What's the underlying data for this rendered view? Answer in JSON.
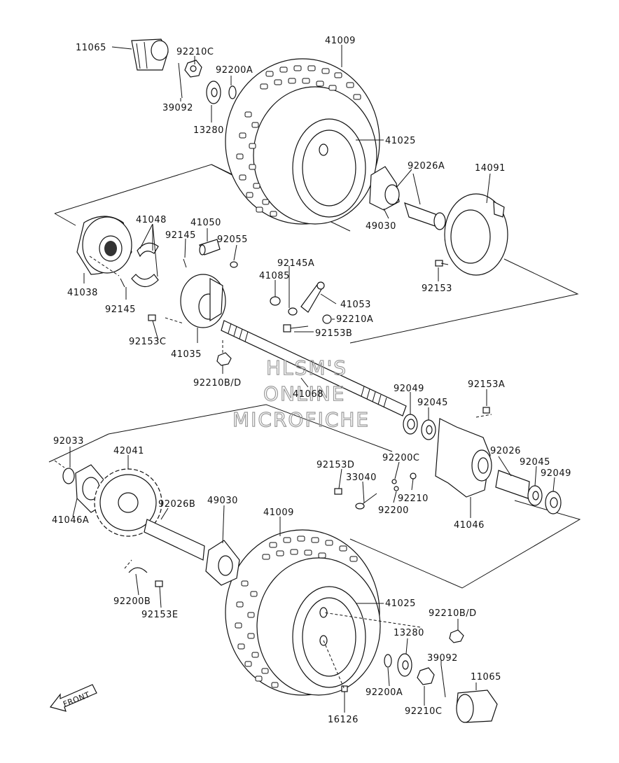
{
  "labels": {
    "p11065_top": "11065",
    "p92210c_top": "92210C",
    "p39092_top": "39092",
    "p92200a_top": "92200A",
    "p13280_top": "13280",
    "p41009_top": "41009",
    "p41025_top": "41025",
    "p92026a": "92026A",
    "p14091": "14091",
    "p49030_top": "49030",
    "p92153": "92153",
    "p41048": "41048",
    "p41050": "41050",
    "p92145_a": "92145",
    "p92055": "92055",
    "p41038": "41038",
    "p92145_b": "92145",
    "p92145a": "92145A",
    "p41085": "41085",
    "p41053": "41053",
    "p92210a": "92210A",
    "p92153b": "92153B",
    "p92153c": "92153C",
    "p41035": "41035",
    "p92210bd_top": "92210B/D",
    "p41068": "41068",
    "p92049_top": "92049",
    "p92045_top": "92045",
    "p92153a": "92153A",
    "p92033": "92033",
    "p42041": "42041",
    "p41046a": "41046A",
    "p92153d": "92153D",
    "p33040": "33040",
    "p92200c": "92200C",
    "p92210": "92210",
    "p92200": "92200",
    "p92026": "92026",
    "p92045_b": "92045",
    "p92049_b": "92049",
    "p41046": "41046",
    "p92026b": "92026B",
    "p49030_b": "49030",
    "p41009_b": "41009",
    "p41025_b": "41025",
    "p92200b": "92200B",
    "p92153e": "92153E",
    "p92210bd_b": "92210B/D",
    "p13280_b": "13280",
    "p39092_b": "39092",
    "p92200a_b": "92200A",
    "p92210c_b": "92210C",
    "p11065_b": "11065",
    "p16126": "16126"
  },
  "watermark": {
    "line1": "HLSM'S",
    "line2": "ONLINE",
    "line3": "MICROFICHE"
  },
  "front_marker": "FRONT"
}
